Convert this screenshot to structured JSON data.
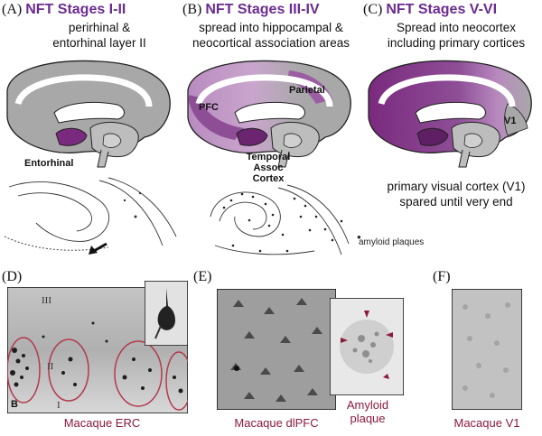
{
  "panels": {
    "a": {
      "letter": "(A)",
      "stage": "NFT Stages I-II",
      "line1": "perirhinal &",
      "line2": "entorhinal layer II",
      "label": "Entorhinal"
    },
    "b": {
      "letter": "(B)",
      "stage": "NFT Stages III-IV",
      "line1": "spread into hippocampal &",
      "line2": "neocortical association areas",
      "label_pfc": "PFC",
      "label_parietal": "Parietal",
      "label_temporal1": "Temporal",
      "label_temporal2": "Assoc Cortex",
      "amyloid_note": "amyloid plaques"
    },
    "c": {
      "letter": "(C)",
      "stage": "NFT Stages V-VI",
      "line1": "Spread into neocortex",
      "line2": "including primary cortices",
      "label_v1": "V1",
      "note1": "primary visual cortex (V1)",
      "note2": "spared until very end"
    },
    "d": {
      "letter": "(D)",
      "layer_iii": "III",
      "layer_ii": "II",
      "layer_i": "I",
      "inset_b": "B",
      "caption": "Macaque ERC"
    },
    "e": {
      "letter": "(E)",
      "caption": "Macaque dlPFC",
      "inset_cap1": "Amyloid",
      "inset_cap2": "plaque"
    },
    "f": {
      "letter": "(F)",
      "caption": "Macaque V1"
    }
  },
  "colors": {
    "stage_purple": "#6b2c91",
    "tangle_purple": "#7a2a7e",
    "caption_red": "#8b1a3c",
    "brain_gray": "#a8a8a8"
  }
}
